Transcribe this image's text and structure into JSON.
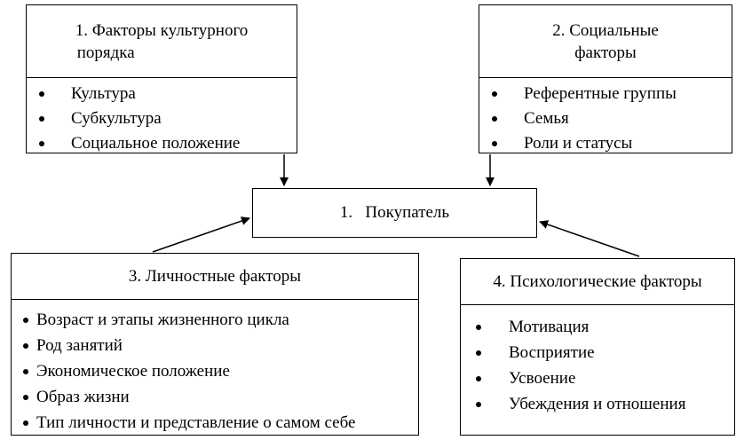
{
  "culture_box": {
    "title_line1": "1. Факторы культурного",
    "title_line2": "порядка",
    "items": [
      "Культура",
      "Субкультура",
      "Социальное положение"
    ]
  },
  "social_box": {
    "title_line1": "2. Социальные",
    "title_line2": "факторы",
    "items": [
      "Референтные группы",
      "Семья",
      "Роли и статусы"
    ]
  },
  "buyer_box": {
    "label": "1.   Покупатель"
  },
  "personal_box": {
    "title": "3. Личностные факторы",
    "items": [
      "Возраст и этапы жизненного цикла",
      "Род занятий",
      "Экономическое положение",
      "Образ жизни",
      "Тип личности и представление о самом себе"
    ]
  },
  "psych_box": {
    "title": "4. Психологические факторы",
    "items": [
      "Мотивация",
      "Восприятие",
      "Усвоение",
      "Убеждения и отношения"
    ]
  }
}
